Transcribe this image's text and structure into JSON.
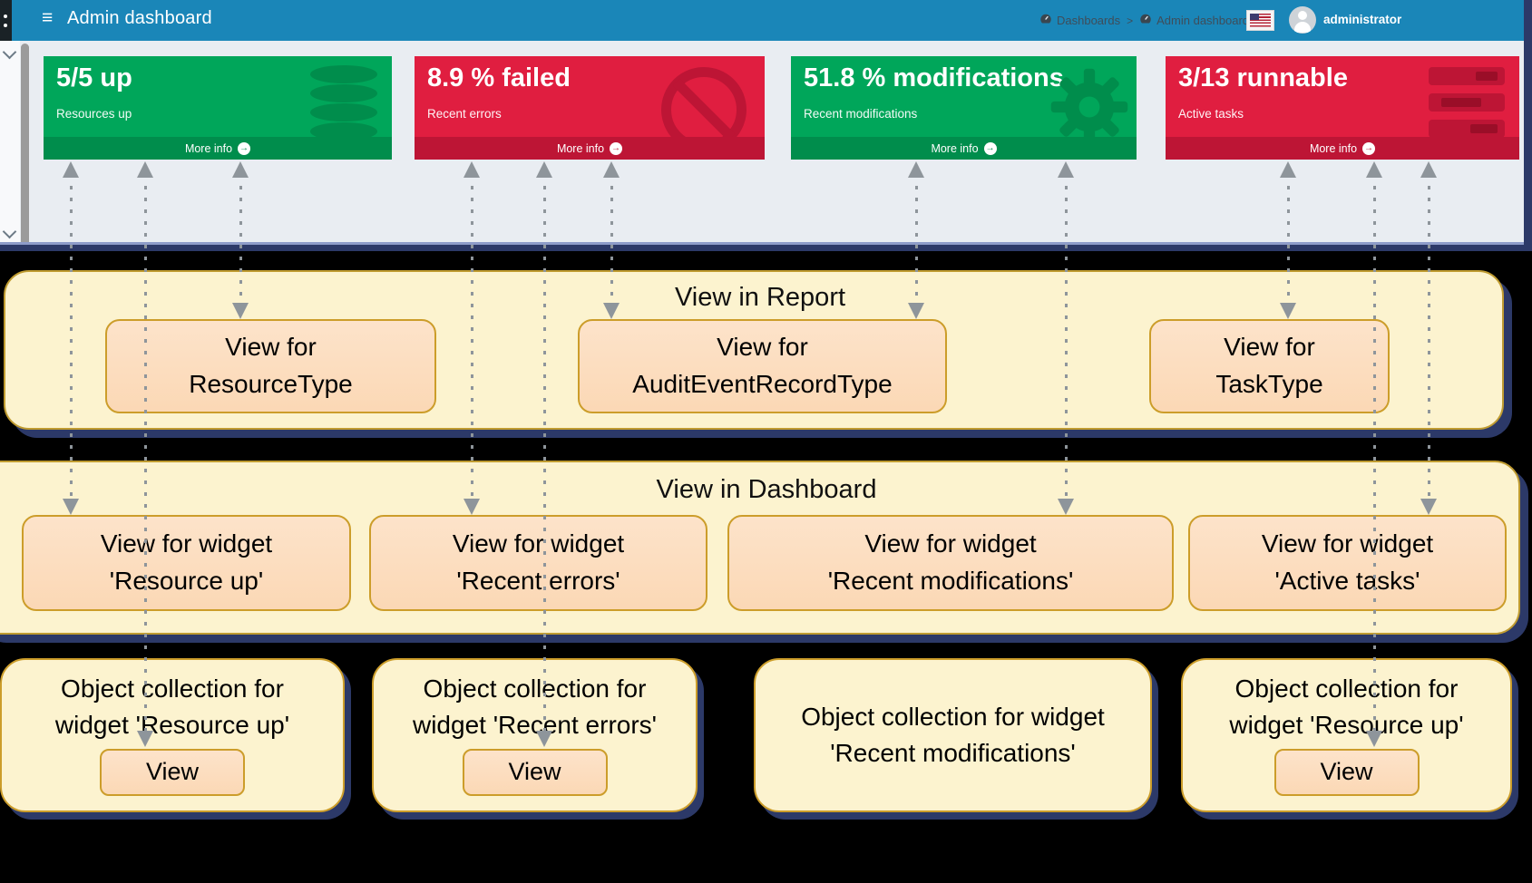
{
  "header": {
    "title": "Admin dashboard",
    "hamburger": "≡",
    "breadcrumbs": [
      {
        "label": "Dashboards"
      },
      {
        "label": "Admin dashboard"
      }
    ],
    "breadcrumb_separator": ">",
    "user": "administrator"
  },
  "cards": [
    {
      "value": "5/5 up",
      "label": "Resources up",
      "icon": "database-icon",
      "color": "#00a65a",
      "footer_color": "#008d4c",
      "more_info": "More info",
      "more_info_arrow": "→"
    },
    {
      "value": "8.9 % failed",
      "label": "Recent errors",
      "icon": "ban-icon",
      "color": "#e01e40",
      "footer_color": "#bd1535",
      "more_info": "More info",
      "more_info_arrow": "→"
    },
    {
      "value": "51.8 % modifications",
      "label": "Recent modifications",
      "icon": "gear-icon",
      "color": "#00a65a",
      "footer_color": "#008d4c",
      "more_info": "More info",
      "more_info_arrow": "→"
    },
    {
      "value": "3/13 runnable",
      "label": "Active tasks",
      "icon": "tasks-icon",
      "color": "#e01e40",
      "footer_color": "#bd1535",
      "more_info": "More info",
      "more_info_arrow": "→"
    }
  ],
  "report_panel": {
    "title": "View in Report",
    "boxes": [
      {
        "label": "View for\nResourceType"
      },
      {
        "label": "View for\nAuditEventRecordType"
      },
      {
        "label": "View for\nTaskType"
      }
    ]
  },
  "dashboard_panel": {
    "title": "View in Dashboard",
    "boxes": [
      {
        "label": "View for widget\n'Resource up'"
      },
      {
        "label": "View for widget\n'Recent errors'"
      },
      {
        "label": "View for widget\n'Recent modifications'"
      },
      {
        "label": "View for widget\n'Active tasks'"
      }
    ]
  },
  "collections": [
    {
      "label": "Object collection for\nwidget 'Resource up'",
      "button": "View"
    },
    {
      "label": "Object collection for\nwidget 'Recent errors'",
      "button": "View"
    },
    {
      "label": "Object collection for widget\n'Recent modifications'",
      "button": null
    },
    {
      "label": "Object collection for\nwidget 'Resource up'",
      "button": "View"
    }
  ],
  "colors": {
    "header_blue": "#1a86b8",
    "content_gray": "#e9edf2",
    "green": "#00a65a",
    "green_dark": "#008d4c",
    "red": "#e01e40",
    "red_dark": "#bd1535",
    "panel_yellow": "#fcf3cf",
    "box_peach": "#fbd9b8",
    "border_gold": "#cc9d2a",
    "shadow_navy": "#2c3968",
    "arrow_gray": "#8e959b"
  }
}
